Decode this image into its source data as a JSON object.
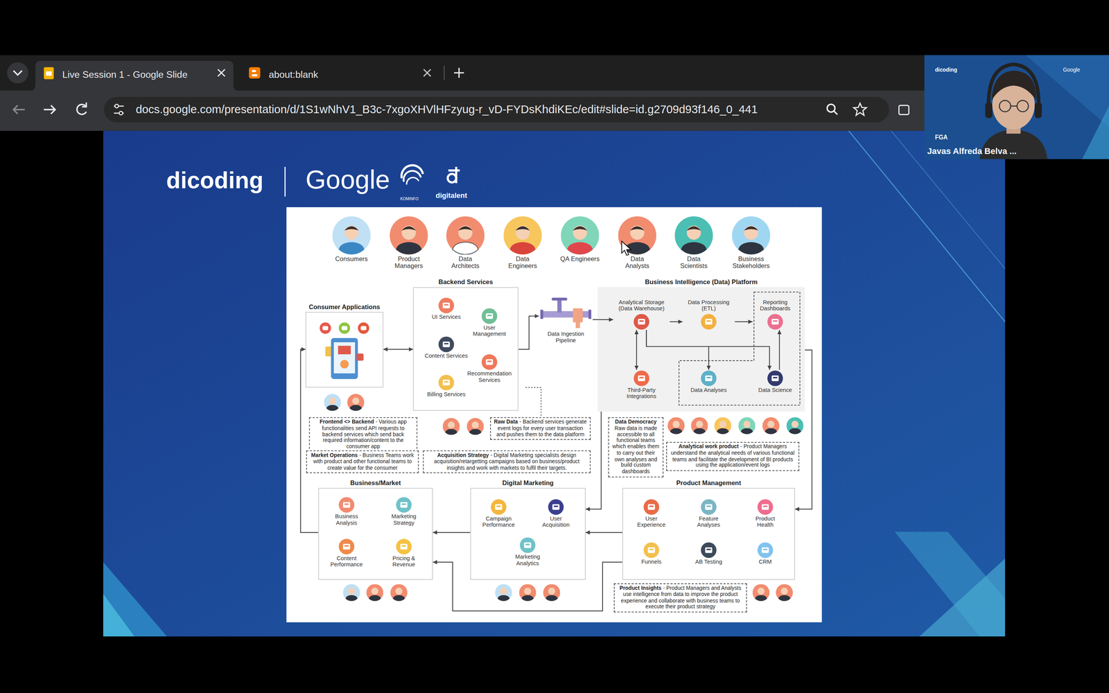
{
  "diagram": {
    "nodes": [
      {
        "text": [
          "Consumers"
        ]
      },
      {
        "text": [
          "Product Managers"
        ]
      },
      {
        "text": [
          "Data Architects"
        ]
      },
      {
        "text": [
          "Data Engineers"
        ]
      },
      {
        "text": [
          "QA Engineers"
        ]
      },
      {
        "text": [
          "Data Analysts"
        ]
      },
      {
        "text": [
          "Data Scientists"
        ]
      },
      {
        "text": [
          "Business Stakeholders"
        ]
      },
      {
        "text": [
          "Consumer Applications"
        ]
      },
      {
        "text": [
          "Backend Services"
        ]
      },
      {
        "text": [
          "UI Services"
        ],
        "in": 9
      },
      {
        "text": [
          "User Management"
        ],
        "in": 9
      },
      {
        "text": [
          "Content Services"
        ],
        "in": 9
      },
      {
        "text": [
          "Recommendation Services"
        ],
        "in": 9
      },
      {
        "text": [
          "Billing Services"
        ],
        "in": 9
      },
      {
        "text": [
          "Data Ingestion Pipeline"
        ]
      },
      {
        "text": [
          "Business Intelligence (Data) Platform"
        ]
      },
      {
        "text": [
          "Analytical Storage (Data Warehouse)"
        ],
        "in": 16
      },
      {
        "text": [
          "Data Processing (ETL)"
        ],
        "in": 16
      },
      {
        "text": [
          "Reporting Dashboards"
        ],
        "in": 16
      },
      {
        "text": [
          "Third-Party Integrations"
        ],
        "in": 16
      },
      {
        "text": [
          "Data Analyses"
        ],
        "in": 16
      },
      {
        "text": [
          "Data Science"
        ],
        "in": 16
      },
      {
        "text": [
          "Frontend <> Backend",
          "- Various app functionalities send API requests to backend services which send back required information/content to the consumer app"
        ]
      },
      {
        "text": [
          "Raw Data",
          "- Backend services generate event logs for every user transaction and pushes them to the data platform"
        ]
      },
      {
        "text": [
          "Data Democracy",
          "Raw data is made accessible to all functional teams which enables them to carry out their own analyses and build custom dashboards"
        ]
      },
      {
        "text": [
          "Analytical work product",
          "- Product Managers understand the analytical needs of various functional teams and facilitate the development of BI products using the application/event logs"
        ]
      },
      {
        "text": [
          "Market Operations",
          "- Business Teams work with product and other functional teams to create value for the consumer"
        ]
      },
      {
        "text": [
          "Acquisition Strategy",
          "- Digital Marketing specialists design acquisition/retargetting campaigns based on business/product insights and work with markets to fulfil their targets."
        ]
      },
      {
        "text": [
          "Business/Market"
        ]
      },
      {
        "text": [
          "Business Analysis"
        ],
        "in": 29
      },
      {
        "text": [
          "Marketing Strategy"
        ],
        "in": 29
      },
      {
        "text": [
          "Content Performance"
        ],
        "in": 29
      },
      {
        "text": [
          "Pricing & Revenue"
        ],
        "in": 29
      },
      {
        "text": [
          "Digital Marketing"
        ]
      },
      {
        "text": [
          "Campaign Performance"
        ],
        "in": 34
      },
      {
        "text": [
          "User Acquisition"
        ],
        "in": 34
      },
      {
        "text": [
          "Marketing Analytics"
        ],
        "in": 34
      },
      {
        "text": [
          "Product Management"
        ]
      },
      {
        "text": [
          "User Experience"
        ],
        "in": 38
      },
      {
        "text": [
          "Feature Analyses"
        ],
        "in": 38
      },
      {
        "text": [
          "Product Health"
        ],
        "in": 38
      },
      {
        "text": [
          "Funnels"
        ],
        "in": 38
      },
      {
        "text": [
          "AB Testing"
        ],
        "in": 38
      },
      {
        "text": [
          "CRM"
        ],
        "in": 38
      },
      {
        "text": [
          "Product Insights",
          "- Product Managers and Analysts use intelligence from data to improve the product experience and collaborate with business teams to execute their product strategy"
        ]
      }
    ],
    "edges": [
      {
        "from": 8,
        "to": 9,
        "arrow": "both"
      },
      {
        "from": 9,
        "to": 15,
        "arrow": "to"
      },
      {
        "from": 15,
        "to": 17,
        "arrow": "to"
      },
      {
        "from": 17,
        "to": 18,
        "arrow": "to"
      },
      {
        "from": 18,
        "to": 19,
        "arrow": "to"
      },
      {
        "from": 17,
        "to": 20,
        "arrow": "both"
      },
      {
        "from": 17,
        "to": 21,
        "arrow": "to"
      },
      {
        "from": 17,
        "to": 22,
        "arrow": "to"
      },
      {
        "from": 22,
        "to": 19,
        "arrow": "to"
      },
      {
        "from": 16,
        "to": 38,
        "arrow": "to"
      },
      {
        "from": 16,
        "to": 34,
        "arrow": "to"
      },
      {
        "from": 38,
        "to": 34,
        "arrow": "to"
      },
      {
        "from": 34,
        "to": 29,
        "arrow": "to"
      },
      {
        "from": 38,
        "to": 29,
        "arrow": "to"
      },
      {
        "from": 29,
        "to": 8,
        "arrow": "to"
      }
    ],
    "labels": [
      "Live Session 1 - Google Slide",
      "about:blank",
      "docs.google.com/presentation/d/1S1wNhV1_B3c-7xgoXHVlHFzyug-r_vD-FYDsKhdiKEc/edit#slide=id.g2709d93f146_0_441",
      "dicoding",
      "Google",
      "FGA",
      "Javas Alfreda Belva ...",
      "dicoding",
      "Google",
      "KOMINFO",
      "digitalent"
    ]
  }
}
